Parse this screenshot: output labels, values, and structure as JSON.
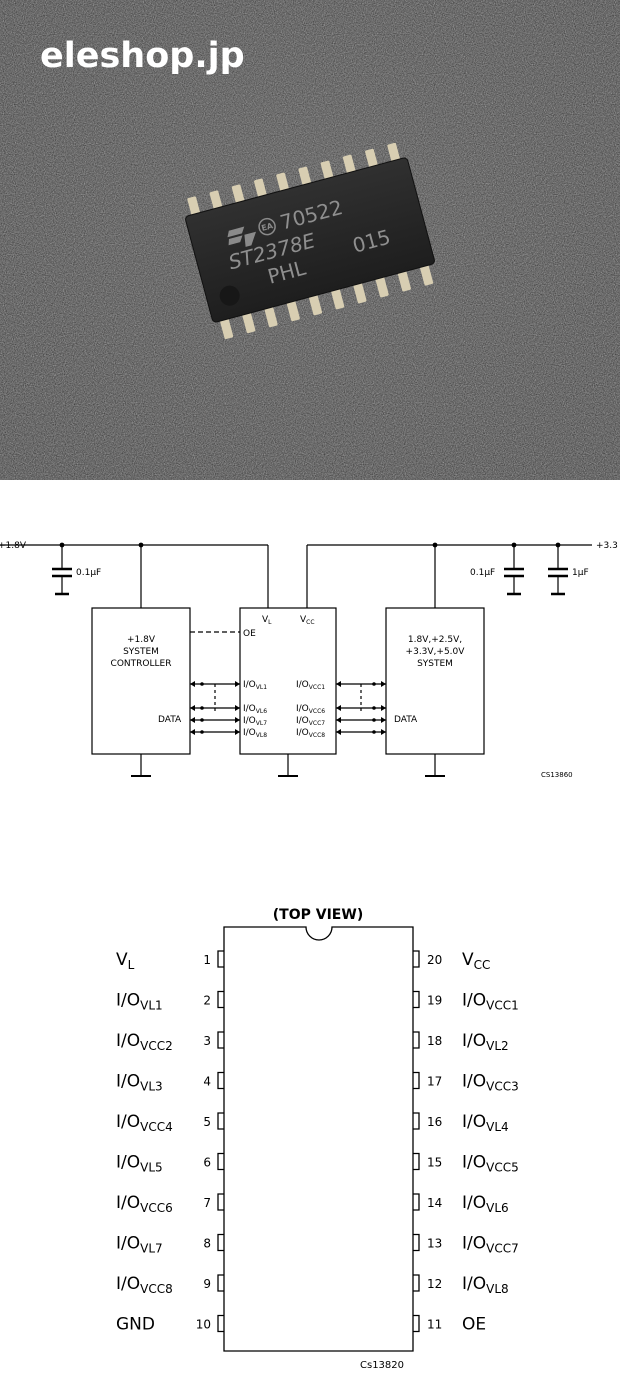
{
  "photo": {
    "watermark": "eleshop.jp",
    "chip_marking": [
      "70522",
      "ST2378E",
      "PHL",
      "015"
    ],
    "colors": {
      "background": "#2b2a2a",
      "chip": "#262626",
      "pins": "#d8ceb2"
    }
  },
  "schematic": {
    "supply_left": "+1.8V",
    "supply_right": "+3.3",
    "cap_left": "0.1µF",
    "cap_right_1": "0.1µF",
    "cap_right_2": "1µF",
    "left_block": {
      "lines": [
        "+1.8V",
        "SYSTEM",
        "CONTROLLER"
      ],
      "data_label": "DATA"
    },
    "center_block": {
      "vl": "V",
      "vl_sub": "L",
      "vcc": "V",
      "vcc_sub": "CC",
      "oe": "OE",
      "left_pins": [
        {
          "io": "I/O",
          "sub": "VL1"
        },
        {
          "io": "I/O",
          "sub": "VL6"
        },
        {
          "io": "I/O",
          "sub": "VL7"
        },
        {
          "io": "I/O",
          "sub": "VL8"
        }
      ],
      "right_pins": [
        {
          "io": "I/O",
          "sub": "VCC1"
        },
        {
          "io": "I/O",
          "sub": "VCC6"
        },
        {
          "io": "I/O",
          "sub": "VCC7"
        },
        {
          "io": "I/O",
          "sub": "VCC8"
        }
      ]
    },
    "right_block": {
      "lines": [
        "1.8V,+2.5V,",
        "+3.3V,+5.0V",
        "SYSTEM"
      ],
      "data_label": "DATA"
    },
    "code": "CS13860"
  },
  "pinout": {
    "title": "(TOP VIEW)",
    "code": "Cs13820",
    "left": [
      {
        "num": "1",
        "name": "V",
        "sub": "L"
      },
      {
        "num": "2",
        "name": "I/O",
        "sub": "VL1"
      },
      {
        "num": "3",
        "name": "I/O",
        "sub": "VCC2"
      },
      {
        "num": "4",
        "name": "I/O",
        "sub": "VL3"
      },
      {
        "num": "5",
        "name": "I/O",
        "sub": "VCC4"
      },
      {
        "num": "6",
        "name": "I/O",
        "sub": "VL5"
      },
      {
        "num": "7",
        "name": "I/O",
        "sub": "VCC6"
      },
      {
        "num": "8",
        "name": "I/O",
        "sub": "VL7"
      },
      {
        "num": "9",
        "name": "I/O",
        "sub": "VCC8"
      },
      {
        "num": "10",
        "name": "GND",
        "sub": ""
      }
    ],
    "right": [
      {
        "num": "20",
        "name": "V",
        "sub": "CC"
      },
      {
        "num": "19",
        "name": "I/O",
        "sub": "VCC1"
      },
      {
        "num": "18",
        "name": "I/O",
        "sub": "VL2"
      },
      {
        "num": "17",
        "name": "I/O",
        "sub": "VCC3"
      },
      {
        "num": "16",
        "name": "I/O",
        "sub": "VL4"
      },
      {
        "num": "15",
        "name": "I/O",
        "sub": "VCC5"
      },
      {
        "num": "14",
        "name": "I/O",
        "sub": "VL6"
      },
      {
        "num": "13",
        "name": "I/O",
        "sub": "VCC7"
      },
      {
        "num": "12",
        "name": "I/O",
        "sub": "VL8"
      },
      {
        "num": "11",
        "name": "OE",
        "sub": ""
      }
    ]
  }
}
